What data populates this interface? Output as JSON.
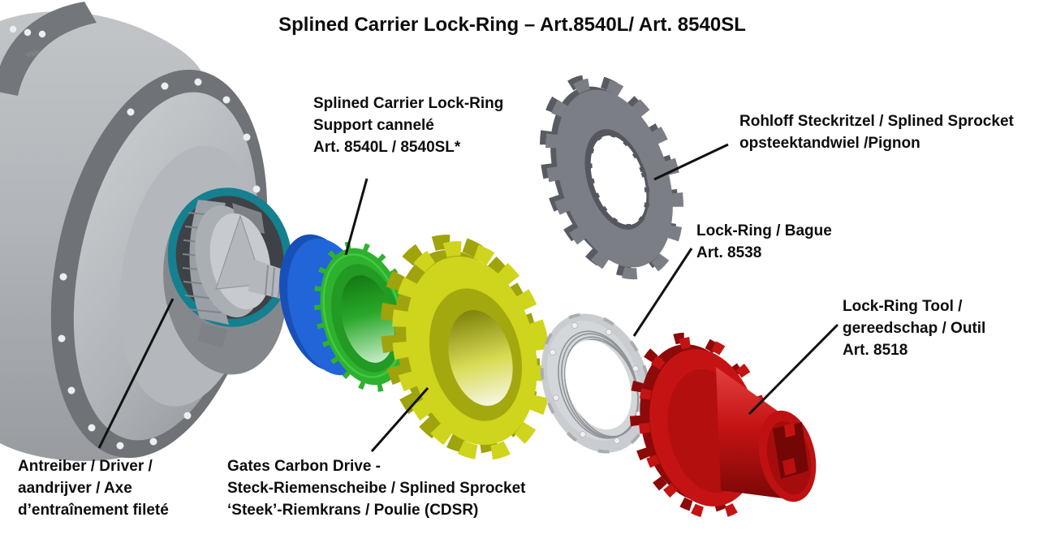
{
  "title": "Splined Carrier Lock-Ring – Art.8540L/ Art. 8540SL",
  "labels": {
    "carrier": {
      "lines": [
        "Splined Carrier Lock-Ring",
        "Support cannelé",
        "Art. 8540L / 8540SL*"
      ]
    },
    "sprocket": {
      "lines": [
        "Rohloff Steckritzel / Splined Sprocket",
        "opsteektandwiel /Pignon"
      ]
    },
    "lockring": {
      "lines": [
        "Lock-Ring / Bague",
        "Art. 8538"
      ]
    },
    "tool": {
      "lines": [
        "Lock-Ring Tool /",
        "gereedschap / Outil",
        "Art. 8518"
      ]
    },
    "driver": {
      "lines": [
        "Antreiber / Driver /",
        "aandrijver / Axe",
        "d’entraînement fileté"
      ]
    },
    "gates": {
      "lines": [
        "Gates Carbon Drive -",
        "Steck-Riemenscheibe / Splined Sprocket",
        "‘Steek’-Riemkrans / Poulie (CDSR)"
      ]
    }
  },
  "colors": {
    "carrier_blue": "#2165d8",
    "carrier_green": "#2eb22e",
    "pulley_yellow": "#cfd41c",
    "sprocket_gray": "#7b7f85",
    "lockring_silver": "#c9ccd0",
    "tool_red": "#c51313",
    "seal_teal": "#15808f",
    "hub_gray": "#b7babd",
    "leader_black": "#111111"
  }
}
